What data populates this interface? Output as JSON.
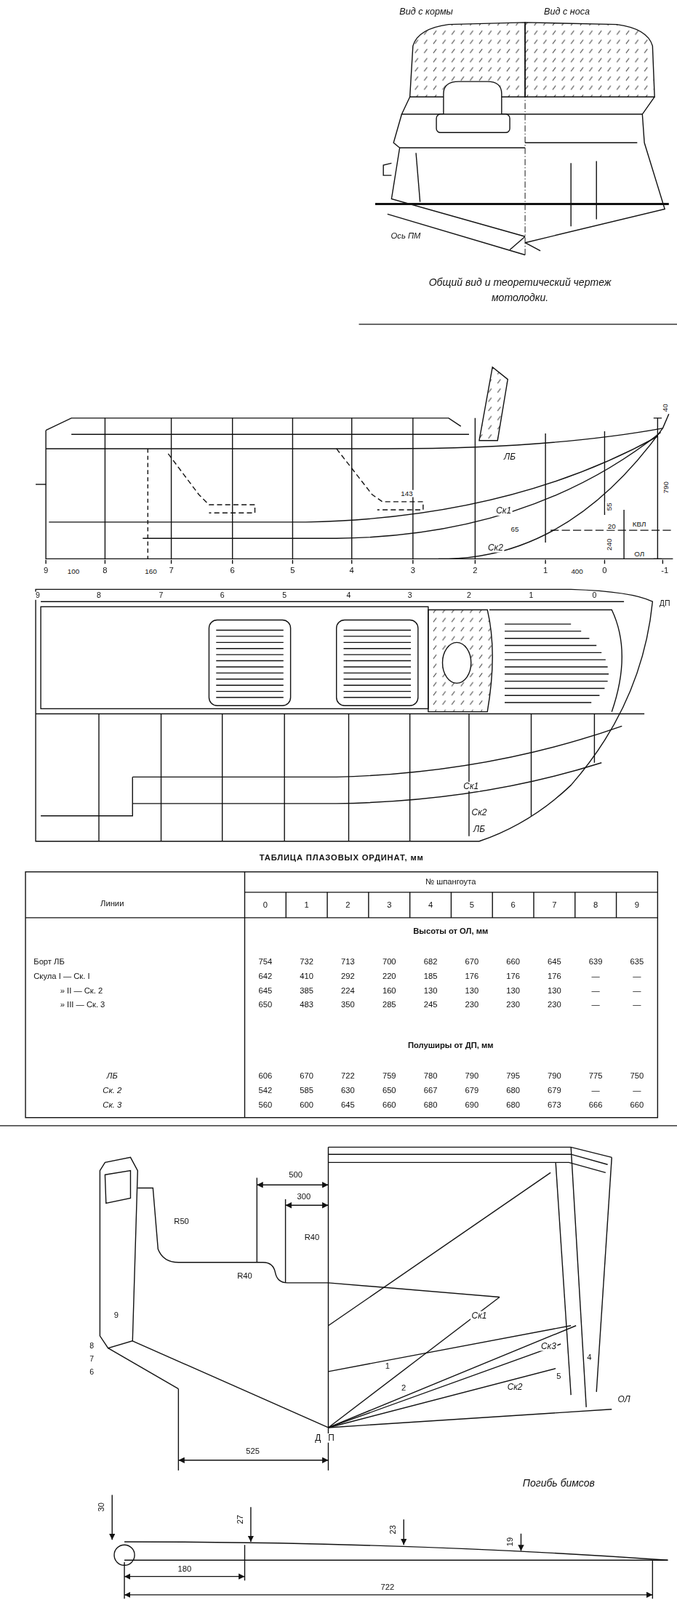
{
  "diagram": {
    "caption": "Общий вид и теоретический чертеж мотолодки.",
    "labels": [
      "Вид с кормы",
      "Вид с носа",
      "Ось ПМ",
      "40",
      "ЛБ",
      "790",
      "143",
      "Ск1",
      "65",
      "55",
      "20",
      "КВЛ",
      "Ск2",
      "240",
      "ОЛ",
      "9",
      "100",
      "8",
      "160",
      "7",
      "6",
      "5",
      "4",
      "3",
      "2",
      "1",
      "400",
      "0",
      "-1",
      "9",
      "8",
      "7",
      "6",
      "5",
      "4",
      "3",
      "2",
      "1",
      "0",
      "ДП",
      "Ск1",
      "Ск2",
      "ЛБ",
      "ТАБЛИЦА ПЛАЗОВЫХ ОРДИНАТ, мм",
      "Линии",
      "№ шпангоута",
      "0",
      "1",
      "2",
      "3",
      "4",
      "5",
      "6",
      "7",
      "8",
      "9",
      "Высоты от ОЛ, мм",
      "Борт ЛБ",
      "Скула I — Ск. I",
      "» II — Ск. 2",
      "» III — Ск. 3",
      "754",
      "732",
      "713",
      "700",
      "682",
      "670",
      "660",
      "645",
      "639",
      "635",
      "642",
      "410",
      "292",
      "220",
      "185",
      "176",
      "176",
      "176",
      "—",
      "—",
      "645",
      "385",
      "224",
      "160",
      "130",
      "130",
      "130",
      "130",
      "—",
      "—",
      "650",
      "483",
      "350",
      "285",
      "245",
      "230",
      "230",
      "230",
      "—",
      "—",
      "Полуширы от ДП, мм",
      "ЛБ",
      "Ск. 2",
      "Ск. 3",
      "606",
      "670",
      "722",
      "759",
      "780",
      "790",
      "795",
      "790",
      "775",
      "750",
      "542",
      "585",
      "630",
      "650",
      "667",
      "679",
      "680",
      "679",
      "—",
      "—",
      "560",
      "600",
      "645",
      "660",
      "680",
      "690",
      "680",
      "673",
      "666",
      "660",
      "500",
      "300",
      "R50",
      "R40",
      "R40",
      "9",
      "8",
      "7",
      "6",
      "Ск1",
      "Ск3",
      "4",
      "Ск2",
      "5",
      "1",
      "2",
      "ОЛ",
      "ДП",
      "525",
      "Погибь бимсов",
      "30",
      "27",
      "23",
      "19",
      "180",
      "722"
    ]
  }
}
